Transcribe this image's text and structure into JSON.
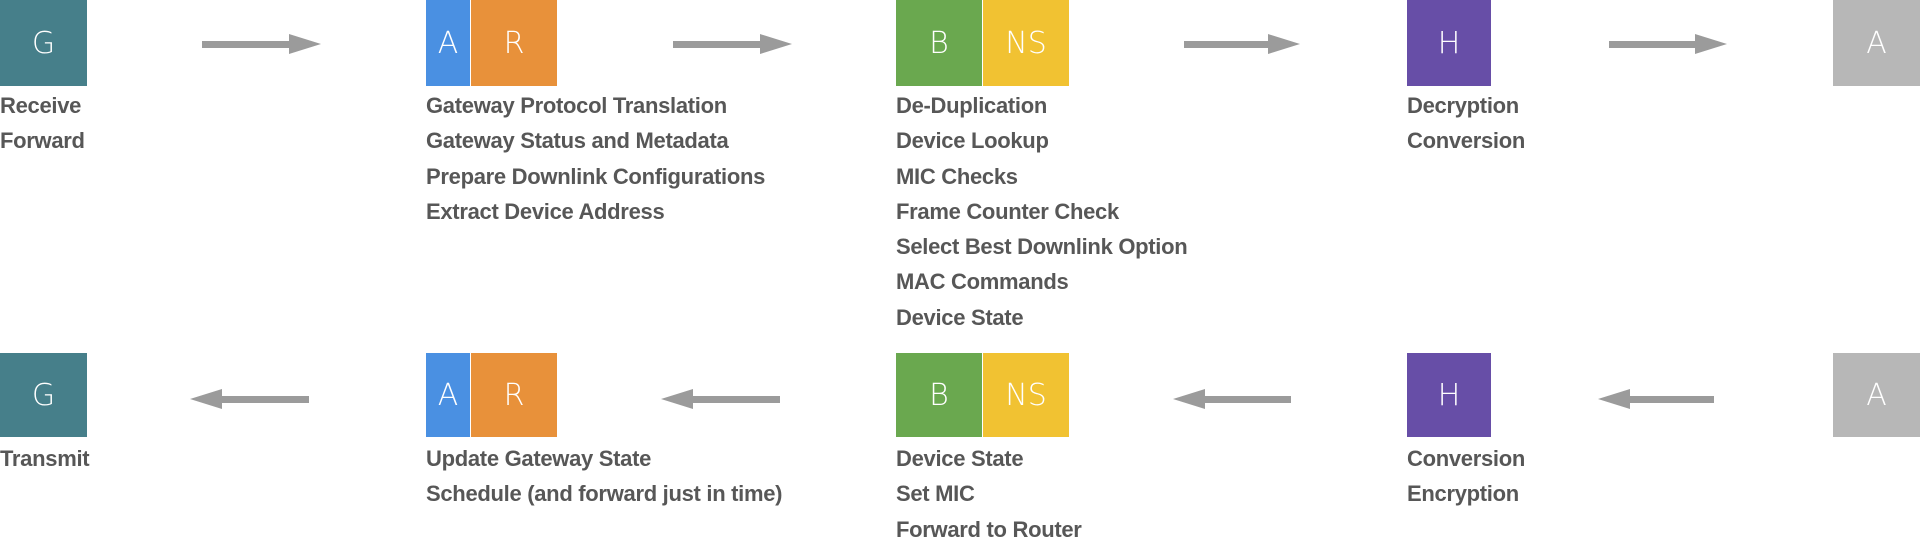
{
  "colors": {
    "gateway": "#467f8a",
    "a": "#4a90e2",
    "router": "#e8913a",
    "broker": "#6aa84f",
    "ns": "#f1c232",
    "handler": "#674ea7",
    "app": "#b7b7b7",
    "arrow": "#9b9b9b",
    "text": "#575757"
  },
  "uplink": {
    "gateway": {
      "label": "G",
      "steps": [
        "Receive",
        "Forward"
      ]
    },
    "router": {
      "labels": [
        "A",
        "R"
      ],
      "steps": [
        "Gateway Protocol Translation",
        "Gateway Status and Metadata",
        "Prepare Downlink Configurations",
        "Extract Device Address"
      ]
    },
    "broker": {
      "labels": [
        "B",
        "NS"
      ],
      "steps": [
        "De-Duplication",
        "Device Lookup",
        "MIC Checks",
        "Frame Counter Check",
        "Select Best Downlink Option",
        "MAC Commands",
        "Device State"
      ]
    },
    "handler": {
      "label": "H",
      "steps": [
        "Decryption",
        "Conversion"
      ]
    },
    "application": {
      "label": "A"
    }
  },
  "downlink": {
    "gateway": {
      "label": "G",
      "steps": [
        "Transmit"
      ]
    },
    "router": {
      "labels": [
        "A",
        "R"
      ],
      "steps": [
        "Update Gateway State",
        "Schedule (and forward just in time)"
      ]
    },
    "broker": {
      "labels": [
        "B",
        "NS"
      ],
      "steps": [
        "Device State",
        "Set MIC",
        "Forward to Router"
      ]
    },
    "handler": {
      "label": "H",
      "steps": [
        "Conversion",
        "Encryption"
      ]
    },
    "application": {
      "label": "A"
    }
  }
}
